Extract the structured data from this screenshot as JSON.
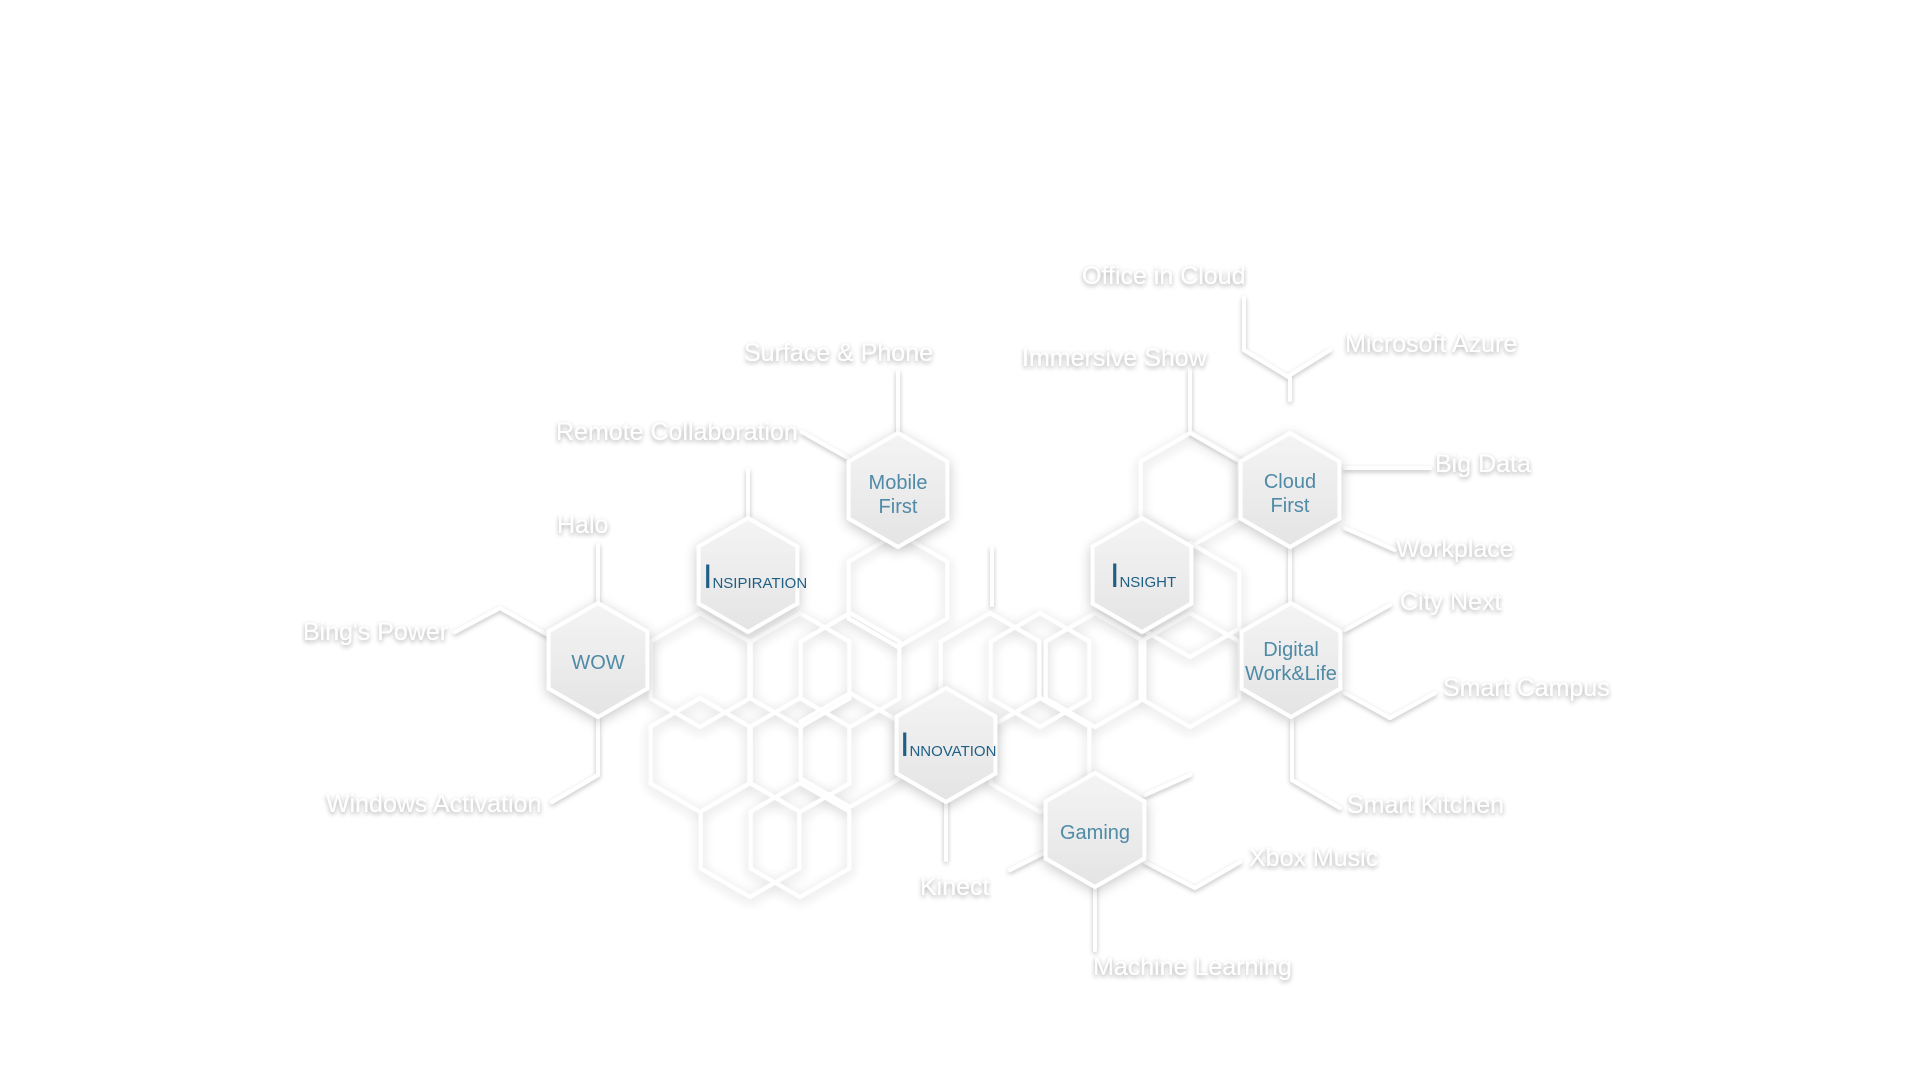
{
  "hubs": [
    {
      "id": "wow",
      "lines": [
        "WOW"
      ]
    },
    {
      "id": "mobile",
      "lines": [
        "Mobile",
        "First"
      ]
    },
    {
      "id": "cloud",
      "lines": [
        "Cloud",
        "First"
      ]
    },
    {
      "id": "digital",
      "lines": [
        "Digital",
        "Work&Life"
      ]
    },
    {
      "id": "gaming",
      "lines": [
        "Gaming"
      ]
    }
  ],
  "pillars": {
    "inspiration": {
      "initial": "I",
      "rest": "NSIPIRATION"
    },
    "insight": {
      "initial": "I",
      "rest": "NSIGHT"
    },
    "innovation": {
      "initial": "I",
      "rest": "NNOVATION"
    }
  },
  "topics": {
    "office_in_cloud": "Office in Cloud",
    "microsoft_azure": "Microsoft Azure",
    "immersive_show": "Immersive Show",
    "surface_phone": "Surface & Phone",
    "remote_collaboration": "Remote Collaboration",
    "big_data": "Big Data",
    "workplace": "Workplace",
    "halo": "Halo",
    "city_next": "City Next",
    "bings_power": "Bing's Power",
    "smart_campus": "Smart Campus",
    "windows_activation": "Windows Activation",
    "smart_kitchen": "Smart Kitchen",
    "xbox_music": "Xbox Music",
    "kinect": "Kinect",
    "machine_learning": "Machine Learning"
  }
}
